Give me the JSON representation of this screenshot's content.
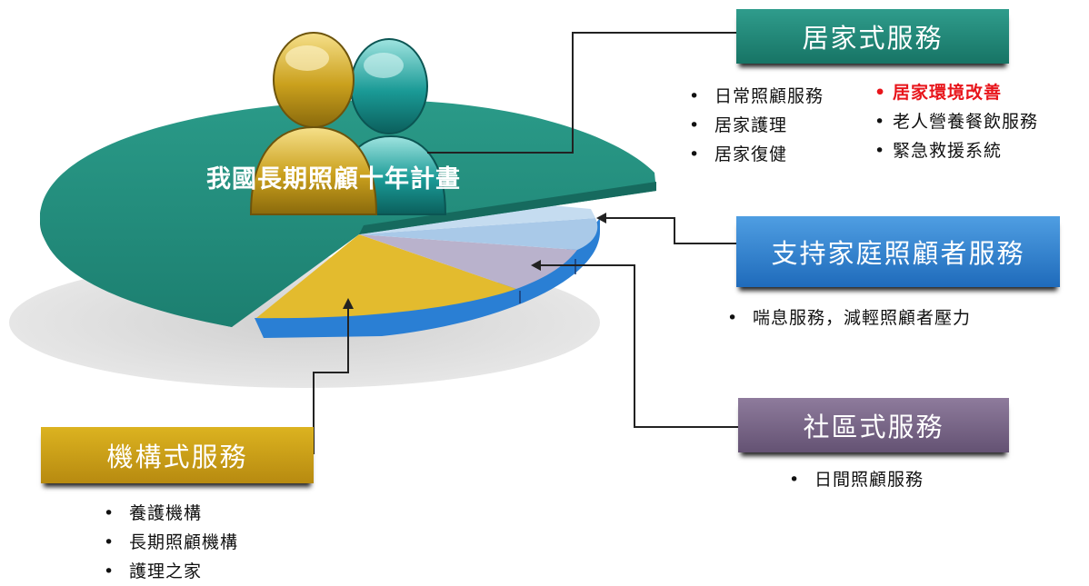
{
  "center_title": "我國長期照顧十年計畫",
  "home_service": {
    "title": "居家式服務",
    "items_left": [
      "日常照顧服務",
      "居家護理",
      "居家復健"
    ],
    "items_right": [
      "居家環境改善",
      "老人營養餐飲服務",
      "緊急救援系統"
    ]
  },
  "family_support": {
    "title": "支持家庭照顧者服務",
    "items": [
      "喘息服務，減輕照顧者壓力"
    ]
  },
  "community_service": {
    "title": "社區式服務",
    "items": [
      "日間照顧服務"
    ]
  },
  "institution_service": {
    "title": "機構式服務",
    "items": [
      "養護機構",
      "長期照顧機構",
      "護理之家"
    ]
  },
  "colors": {
    "teal": "#1f8a7a",
    "blue": "#2f80d0",
    "purple": "#7a6689",
    "gold": "#d4a81c",
    "highlight_red": "#e8151b"
  }
}
